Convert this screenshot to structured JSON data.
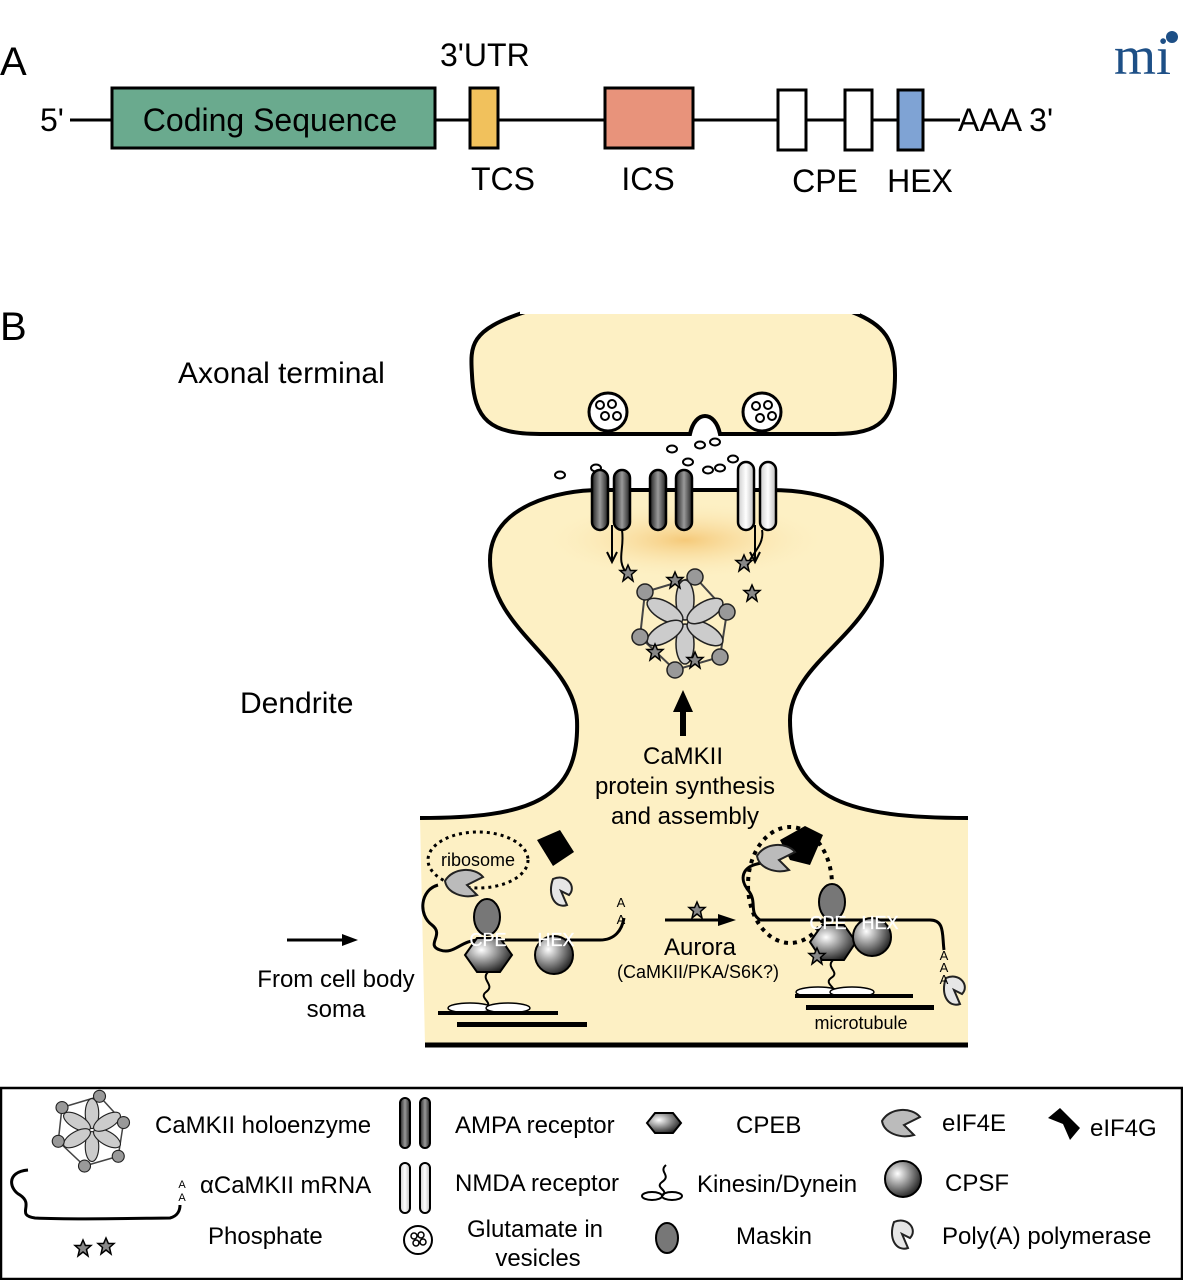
{
  "panel_a": {
    "label": "A",
    "five_prime": "5'",
    "coding_sequence": "Coding Sequence",
    "utr_label": "3'UTR",
    "tcs": "TCS",
    "ics": "ICS",
    "cpe": "CPE",
    "hex": "HEX",
    "tail": "AAA 3'",
    "colors": {
      "coding": "#6aaa8e",
      "tcs": "#f1c15c",
      "ics": "#e8937b",
      "hex": "#7fa3d4"
    }
  },
  "logo": {
    "text": "mi",
    "color": "#1d4f86"
  },
  "panel_b": {
    "label": "B",
    "axonal_terminal": "Axonal terminal",
    "dendrite": "Dendrite",
    "synthesis": [
      "CaMKII",
      "protein synthesis",
      "and assembly"
    ],
    "ribosome": "ribosome",
    "cpe": "CPE",
    "hex": "HEX",
    "poly_a": "A",
    "from_cell_body": [
      "From cell body",
      "soma"
    ],
    "aurora": "Aurora",
    "aurora_kinases": "(CaMKII/PKA/S6K?)",
    "microtubule": "microtubule",
    "colors": {
      "cytoplasm": "#fdf0c4",
      "stroke": "#000000"
    }
  },
  "legend": {
    "items": [
      {
        "label": "CaMKII holoenzyme",
        "icon": "camkii-holoenzyme-icon"
      },
      {
        "label": "AMPA receptor",
        "icon": "ampa-receptor-icon"
      },
      {
        "label": "CPEB",
        "icon": "cpeb-hexagon-icon"
      },
      {
        "label": "eIF4E",
        "icon": "eif4e-icon"
      },
      {
        "label": "eIF4G",
        "icon": "eif4g-icon"
      },
      {
        "label": "αCaMKII mRNA",
        "icon": "mrna-icon"
      },
      {
        "label": "NMDA receptor",
        "icon": "nmda-receptor-icon"
      },
      {
        "label": "Kinesin/Dynein",
        "icon": "kinesin-dynein-icon"
      },
      {
        "label": "CPSF",
        "icon": "cpsf-sphere-icon"
      },
      {
        "label": "Phosphate",
        "icon": "phosphate-star-icon"
      },
      {
        "label": "Glutamate in",
        "label2": "vesicles",
        "icon": "glutamate-vesicle-icon"
      },
      {
        "label": "Maskin",
        "icon": "maskin-icon"
      },
      {
        "label": "Poly(A) polymerase",
        "icon": "polya-polymerase-icon"
      }
    ]
  }
}
